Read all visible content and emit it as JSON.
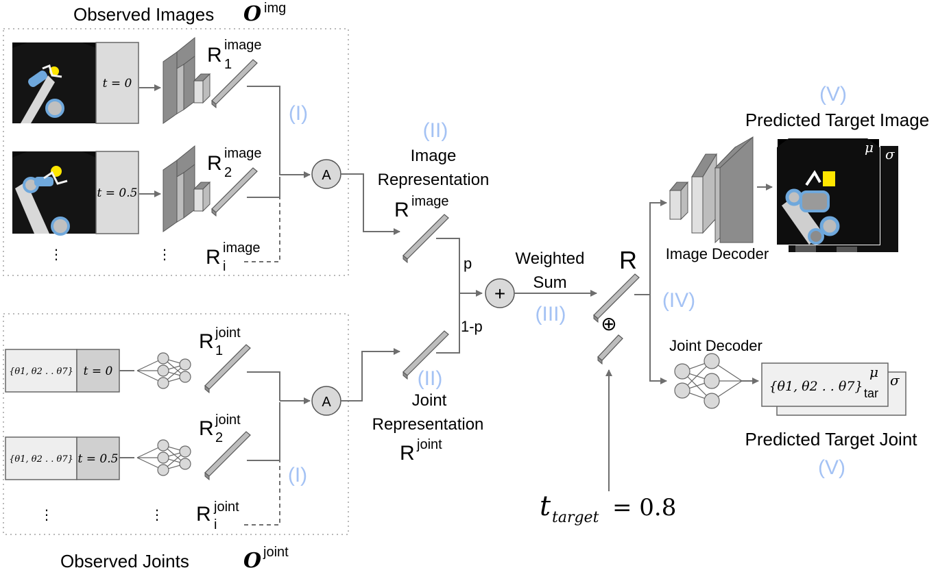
{
  "observed_images": {
    "label": "Observed Images",
    "symbol": "O",
    "superscript": "img",
    "dots": "⋮"
  },
  "observed_joints": {
    "label": "Observed Joints",
    "symbol": "O",
    "superscript": "joint",
    "dots": "⋮"
  },
  "image_rows": [
    {
      "t_label": "t = 0",
      "r_base": "R",
      "r_sup": "image",
      "r_sub": "1"
    },
    {
      "t_label": "t = 0.5",
      "r_base": "R",
      "r_sup": "image",
      "r_sub": "2"
    }
  ],
  "image_ri": {
    "base": "R",
    "sup": "image",
    "sub": "i"
  },
  "joint_rows": [
    {
      "theta": "{θ1, θ2 . . θ7}",
      "t_label": "t = 0",
      "r_base": "R",
      "r_sup": "joint",
      "r_sub": "1"
    },
    {
      "theta": "{θ1, θ2 . . θ7}",
      "t_label": "t = 0.5",
      "r_base": "R",
      "r_sup": "joint",
      "r_sub": "2"
    }
  ],
  "joint_ri": {
    "base": "R",
    "sup": "joint",
    "sub": "i"
  },
  "aggregator_label": "A",
  "stage_labels": {
    "I": "(I)",
    "II": "(II)",
    "III": "(III)",
    "IV": "(IV)",
    "V": "(V)"
  },
  "image_rep": {
    "line1": "Image",
    "line2": "Representation",
    "r": "R",
    "sup": "image"
  },
  "joint_rep": {
    "line1": "Joint",
    "line2": "Representation",
    "r": "R",
    "sup": "joint"
  },
  "p_label": "p",
  "one_minus_p": "1-p",
  "plus_symbol": "+",
  "weighted_sum": {
    "line1": "Weighted",
    "line2": "Sum"
  },
  "R_label": "R",
  "oplus": "⊕",
  "t_target": {
    "t": "t",
    "sub": "target",
    "eq": "= 0.8"
  },
  "image_decoder_label": "Image Decoder",
  "joint_decoder_label": "Joint Decoder",
  "pred_image_label": "Predicted Target Image",
  "pred_joint_label": "Predicted Target Joint",
  "mu": "μ",
  "sigma": "σ",
  "pred_joint_theta": "{θ1, θ2 . . θ7}",
  "tar": "tar",
  "colors": {
    "stage_label": "#a4c2f4",
    "robot_arm": "#6fa8dc",
    "effector": "#ffe600",
    "line": "#6e6e6e"
  }
}
